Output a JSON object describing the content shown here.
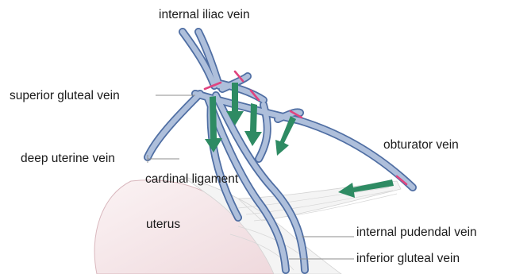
{
  "labels": {
    "internal_iliac_vein": "internal iliac vein",
    "superior_gluteal_vein": "superior gluteal vein",
    "deep_uterine_vein": "deep uterine vein",
    "cardinal_ligament": "cardinal ligament",
    "obturator_vein": "obturator vein",
    "uterus": "uterus",
    "internal_pudendal_vein": "internal pudendal vein",
    "inferior_gluteal_vein": "inferior gluteal vein"
  },
  "colors": {
    "vein_fill": "#a9bed9",
    "vein_edge": "#4f6ea3",
    "arrow": "#2e8b63",
    "ligation_mark": "#e0447f",
    "uterus_fill": "#f8ecee",
    "ligament_fill": "#f3f3f3",
    "leader_line": "#8c8c8c"
  },
  "arrow_count": 5,
  "ligation_mark_count": 5
}
